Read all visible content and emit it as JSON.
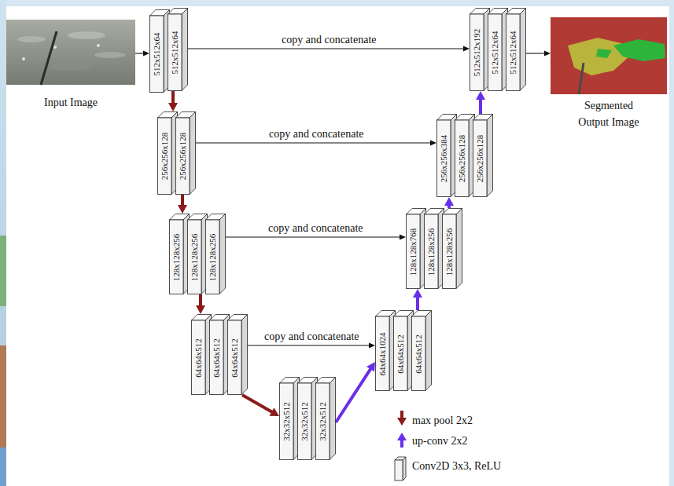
{
  "diagram": {
    "nodes": [
      {
        "text": [
          "Input Image"
        ]
      },
      {
        "text": [
          "512x512x64"
        ]
      },
      {
        "text": [
          "512x512x64"
        ]
      },
      {
        "text": [
          "512x512x192"
        ]
      },
      {
        "text": [
          "512x512x64"
        ]
      },
      {
        "text": [
          "512x512x64"
        ]
      },
      {
        "text": [
          "Segmented Output Image"
        ]
      },
      {
        "text": [
          "256x256x128"
        ]
      },
      {
        "text": [
          "256x256x128"
        ]
      },
      {
        "text": [
          "256x256x384"
        ]
      },
      {
        "text": [
          "256x256x128"
        ]
      },
      {
        "text": [
          "256x256x128"
        ]
      },
      {
        "text": [
          "128x128x256"
        ]
      },
      {
        "text": [
          "128x128x256"
        ]
      },
      {
        "text": [
          "128x128x256"
        ]
      },
      {
        "text": [
          "128x128x768"
        ]
      },
      {
        "text": [
          "128x128x256"
        ]
      },
      {
        "text": [
          "128x128x256"
        ]
      },
      {
        "text": [
          "64x64x512"
        ]
      },
      {
        "text": [
          "64x64x512"
        ]
      },
      {
        "text": [
          "64x64x512"
        ]
      },
      {
        "text": [
          "64x64x1024"
        ]
      },
      {
        "text": [
          "64x64x512"
        ]
      },
      {
        "text": [
          "64x64x512"
        ]
      },
      {
        "text": [
          "32x32x512"
        ]
      },
      {
        "text": [
          "32x32x512"
        ]
      },
      {
        "text": [
          "32x32x512"
        ]
      }
    ],
    "edges": [
      {
        "from": 0,
        "to": 1,
        "arrow": "to"
      },
      {
        "from": 2,
        "to": 3,
        "label": "copy and concatenate",
        "arrow": "to"
      },
      {
        "from": 5,
        "to": 6,
        "arrow": "to"
      },
      {
        "from": 2,
        "to": 7,
        "arrow": "to"
      },
      {
        "from": 8,
        "to": 9,
        "label": "copy and concatenate",
        "arrow": "to"
      },
      {
        "from": 11,
        "to": 3,
        "arrow": "to"
      },
      {
        "from": 8,
        "to": 12,
        "arrow": "to"
      },
      {
        "from": 14,
        "to": 15,
        "label": "copy and concatenate",
        "arrow": "to"
      },
      {
        "from": 17,
        "to": 9,
        "arrow": "to"
      },
      {
        "from": 13,
        "to": 18,
        "arrow": "to"
      },
      {
        "from": 20,
        "to": 21,
        "label": "copy and concatenate",
        "arrow": "to"
      },
      {
        "from": 23,
        "to": 15,
        "arrow": "to"
      },
      {
        "from": 20,
        "to": 24,
        "arrow": "to"
      },
      {
        "from": 26,
        "to": 21,
        "arrow": "to"
      }
    ],
    "legend": [
      {
        "text": "max pool 2x2"
      },
      {
        "text": "up-conv 2x2"
      },
      {
        "text": "Conv2D 3x3, ReLU"
      }
    ]
  }
}
